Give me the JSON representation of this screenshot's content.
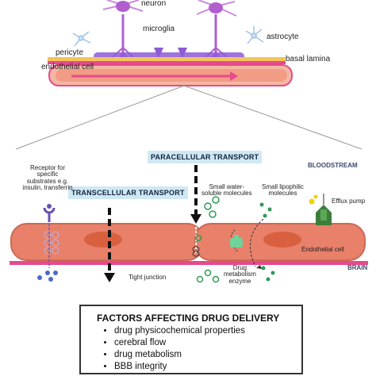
{
  "top_labels": {
    "neuron": "neuron",
    "microglia": "microglia",
    "astrocyte": "astrocyte",
    "pericyte": "pericyte",
    "basal_lamina": "basal lamina",
    "endothelial_cell": "endothelial cell"
  },
  "transport": {
    "paracellular": "PARACELLULAR TRANSPORT",
    "transcellular": "TRANSCELLULAR TRANSPORT",
    "bloodstream": "BLOODSTREAM",
    "brain": "BRAIN",
    "receptor": [
      "Receptor for",
      "specific",
      "substrates e.g.",
      "insulin, transferrin"
    ],
    "small_water_soluble": [
      "Small water-",
      "soluble molecules"
    ],
    "small_lipophilic": [
      "Small lipophilic",
      "molecules"
    ],
    "efflux_pump": "Efflux pump",
    "endothelial_cell": "Endothelial cell",
    "tight_junction": "Tight junction",
    "drug_metabolism_enzyme": [
      "Drug",
      "metabolism",
      "enzyme"
    ]
  },
  "factors": {
    "title": "FACTORS AFFECTING DRUG DELIVERY",
    "items": [
      "drug physicochemical properties",
      "cerebral flow",
      "drug metabolism",
      "BBB integrity"
    ]
  },
  "colors": {
    "cell": "#e8806a",
    "cell_stroke": "#c96a55",
    "nucleus": "#d9603f",
    "basal_lamina": "#e64a8c",
    "neuron": "#b15fcf",
    "molecule": "#3aaa5c",
    "enzyme": "#6fd39a",
    "receptor": "#6a4fb3",
    "efflux": "#3e7d3a",
    "tag_bg": "#cfe9f4"
  }
}
